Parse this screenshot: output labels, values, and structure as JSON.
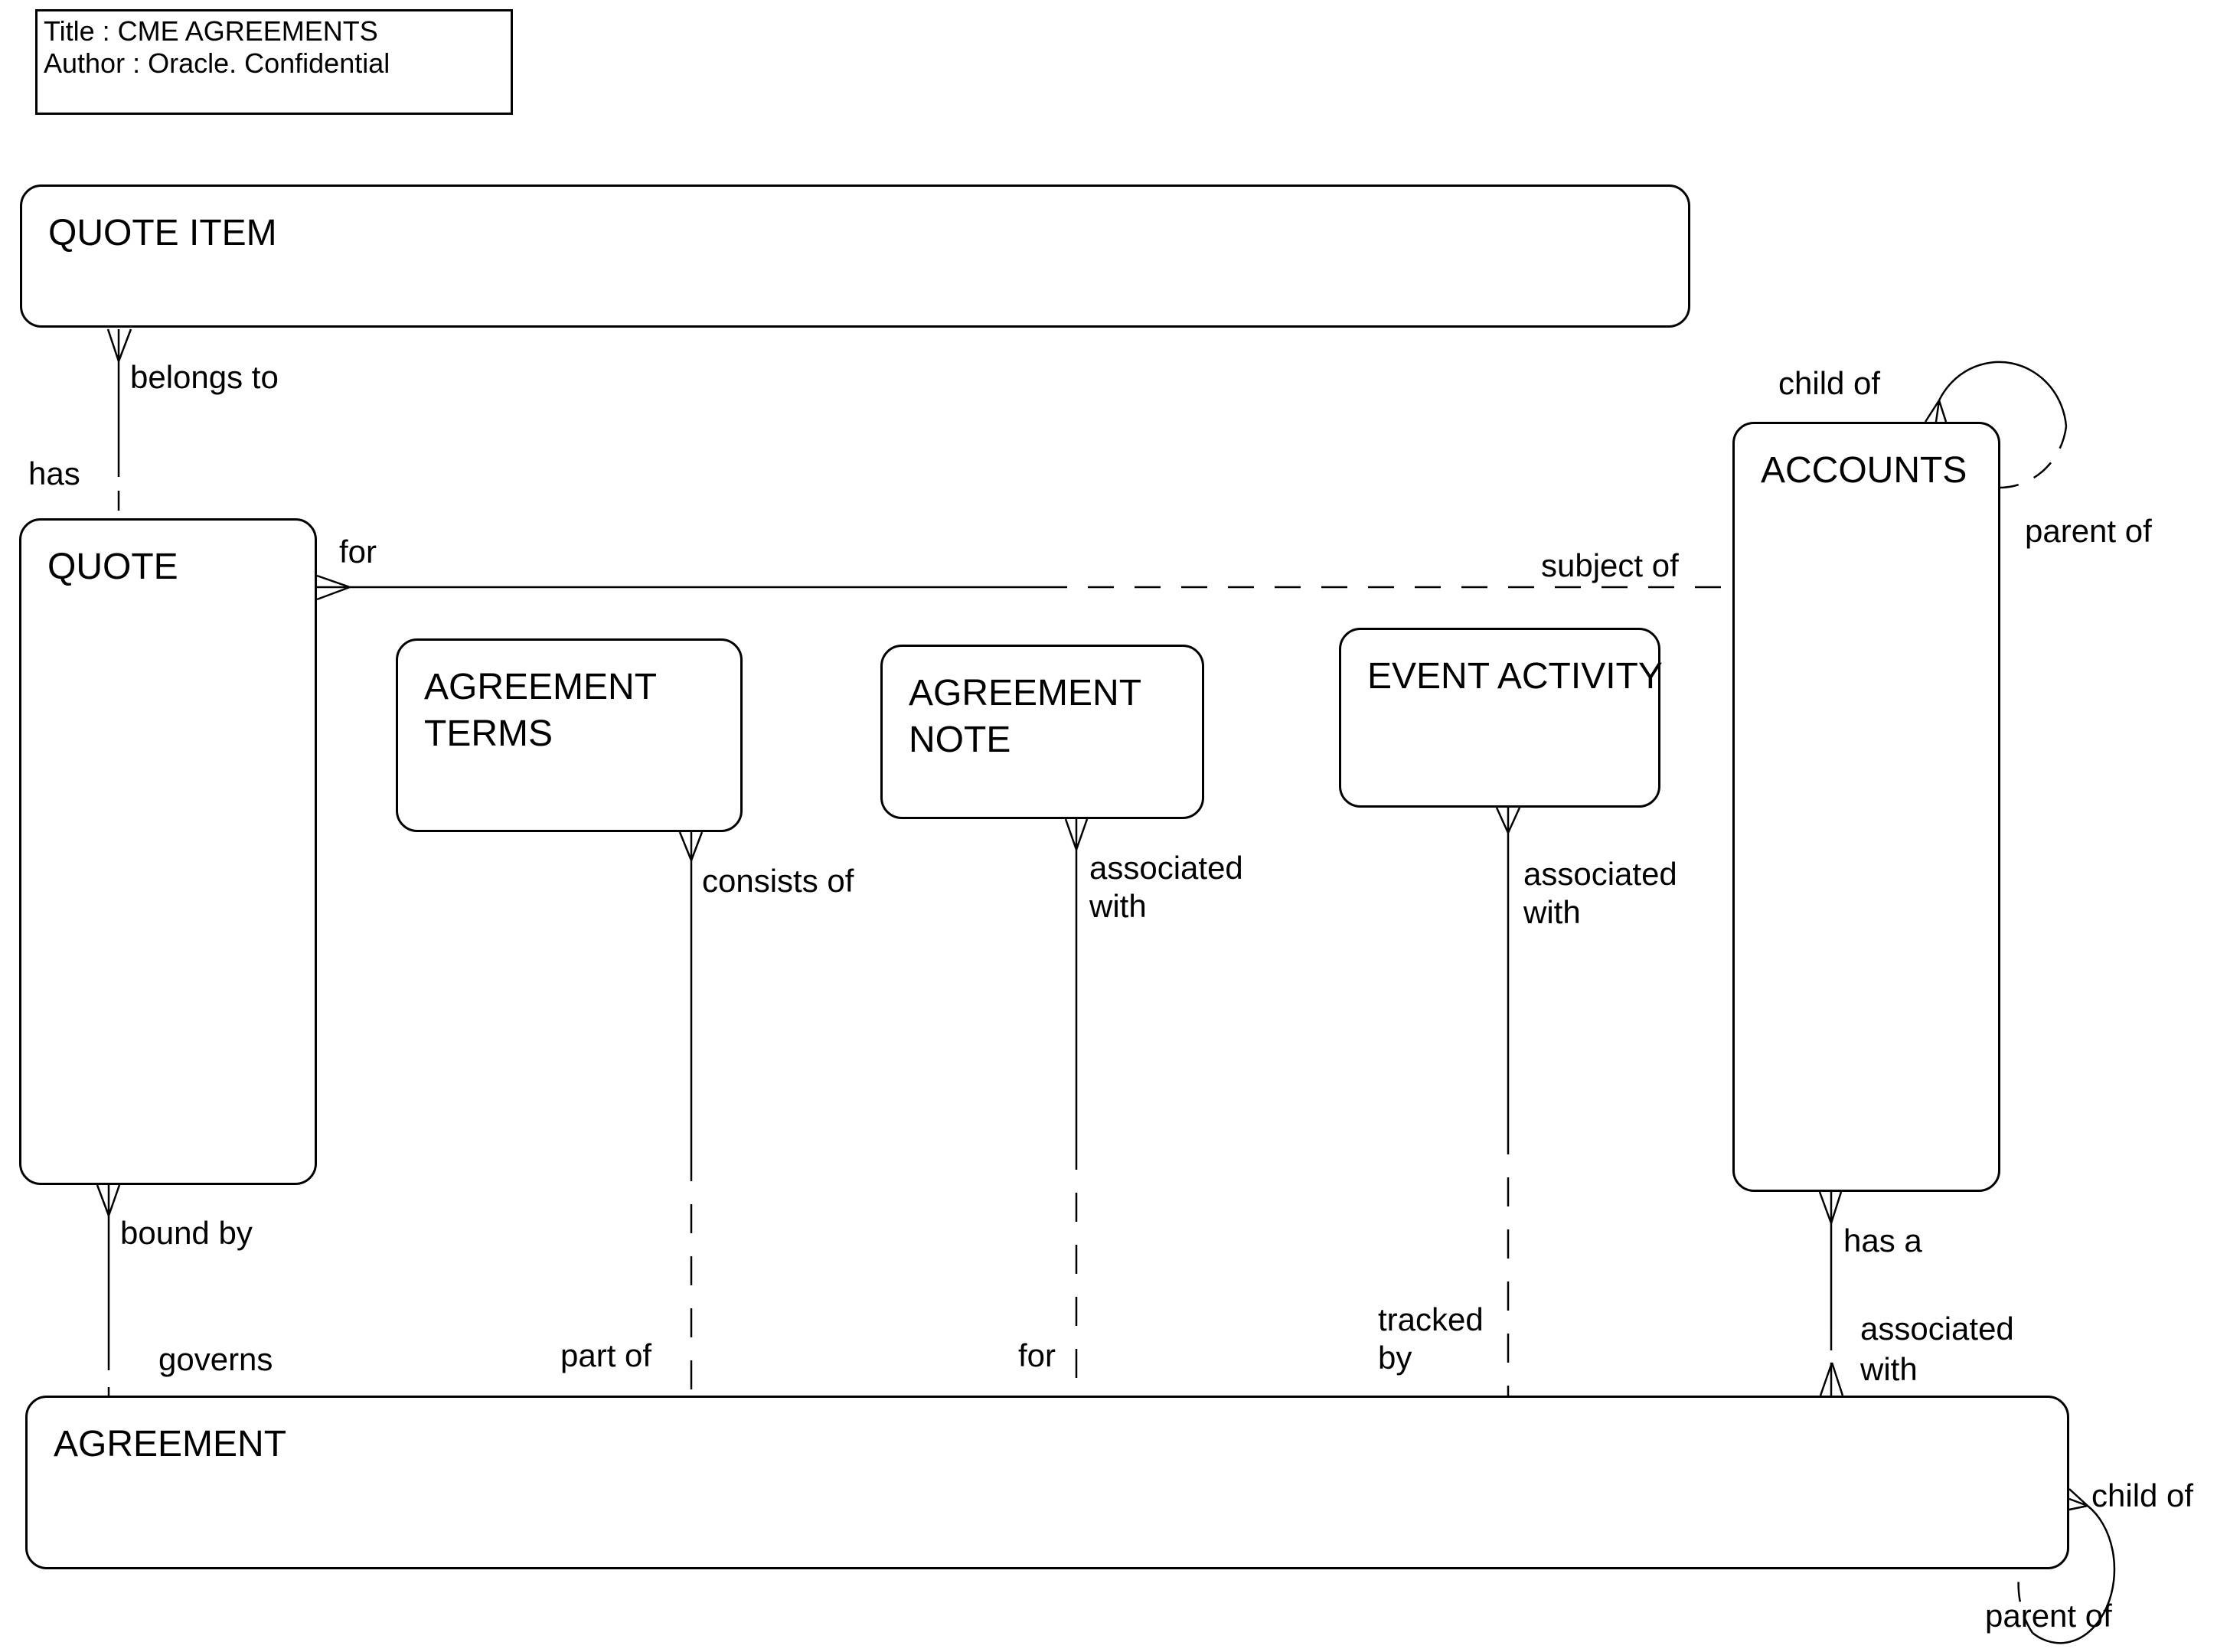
{
  "colors": {
    "line": "#000000",
    "background": "#ffffff"
  },
  "title_block": {
    "title": "Title : CME AGREEMENTS",
    "author": "Author : Oracle. Confidential"
  },
  "entities": {
    "quote_item": {
      "label": "QUOTE ITEM"
    },
    "quote": {
      "label": "QUOTE"
    },
    "agreement_terms": {
      "lines": [
        "AGREEMENT",
        "TERMS"
      ]
    },
    "agreement_note": {
      "lines": [
        "AGREEMENT",
        "NOTE"
      ]
    },
    "event_activity": {
      "label": "EVENT ACTIVITY"
    },
    "accounts": {
      "label": "ACCOUNTS"
    },
    "agreement": {
      "label": "AGREEMENT"
    }
  },
  "relationships": {
    "quote_item_has_quote": {
      "many_end": "belongs to",
      "one_end": "has"
    },
    "quote_for_accounts": {
      "many_end": "for",
      "one_end": "subject of"
    },
    "accounts_hierarchy": {
      "many_end": "child of",
      "one_end": "parent of"
    },
    "terms_part_of_agreement": {
      "many_end": "consists of",
      "one_end": "part of"
    },
    "note_for_agreement": {
      "many_end_line1": "associated",
      "many_end_line2": "with",
      "one_end": "for"
    },
    "event_tracked_by_agreement": {
      "many_end_line1": "associated",
      "many_end_line2": "with",
      "one_end_line1": "tracked",
      "one_end_line2": "by"
    },
    "quote_bound_by_agreement": {
      "many_end": "bound by",
      "one_end": "governs"
    },
    "accounts_has_agreement": {
      "many_end": "has a",
      "other_end_line1": "associated",
      "other_end_line2": "with"
    },
    "agreement_hierarchy": {
      "many_end": "child of",
      "one_end": "parent of"
    }
  }
}
